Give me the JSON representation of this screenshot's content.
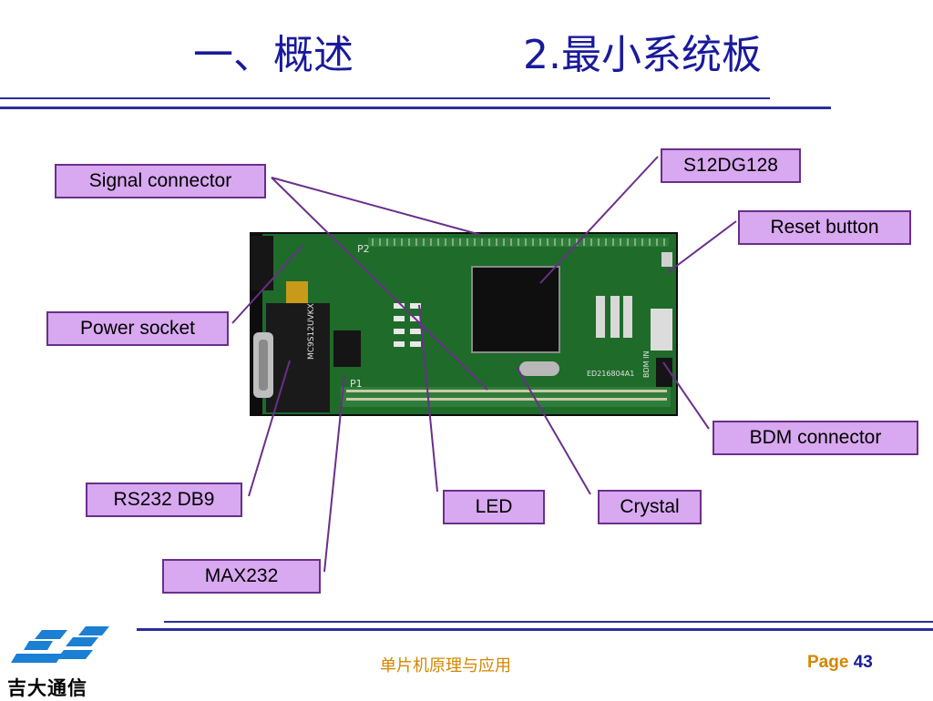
{
  "slide": {
    "title_left": "一、概述",
    "title_right": "2.最小系统板"
  },
  "labels": {
    "signal_connector": "Signal connector",
    "s12dg128": "S12DG128",
    "reset_button": "Reset button",
    "power_socket": "Power socket",
    "bdm_connector": "BDM connector",
    "rs232_db9": "RS232 DB9",
    "led": "LED",
    "crystal": "Crystal",
    "max232": "MAX232"
  },
  "board_silk": {
    "p2": "P2",
    "p1": "P1",
    "chip_vertical": "MC9S12UVKX",
    "bdm_marking": "BDM IN",
    "crystal_marking": "ED216804A1"
  },
  "footer": {
    "course": "单片机原理与应用",
    "page_label": "Page",
    "page_number": "43",
    "company": "吉大通信"
  },
  "colors": {
    "title": "#1a1a9c",
    "label_fill": "#d8a8f0",
    "label_border": "#6a2f8a",
    "callout_line": "#6a2f8a",
    "board_green": "#1f6b2a",
    "footer_orange": "#d48600"
  }
}
